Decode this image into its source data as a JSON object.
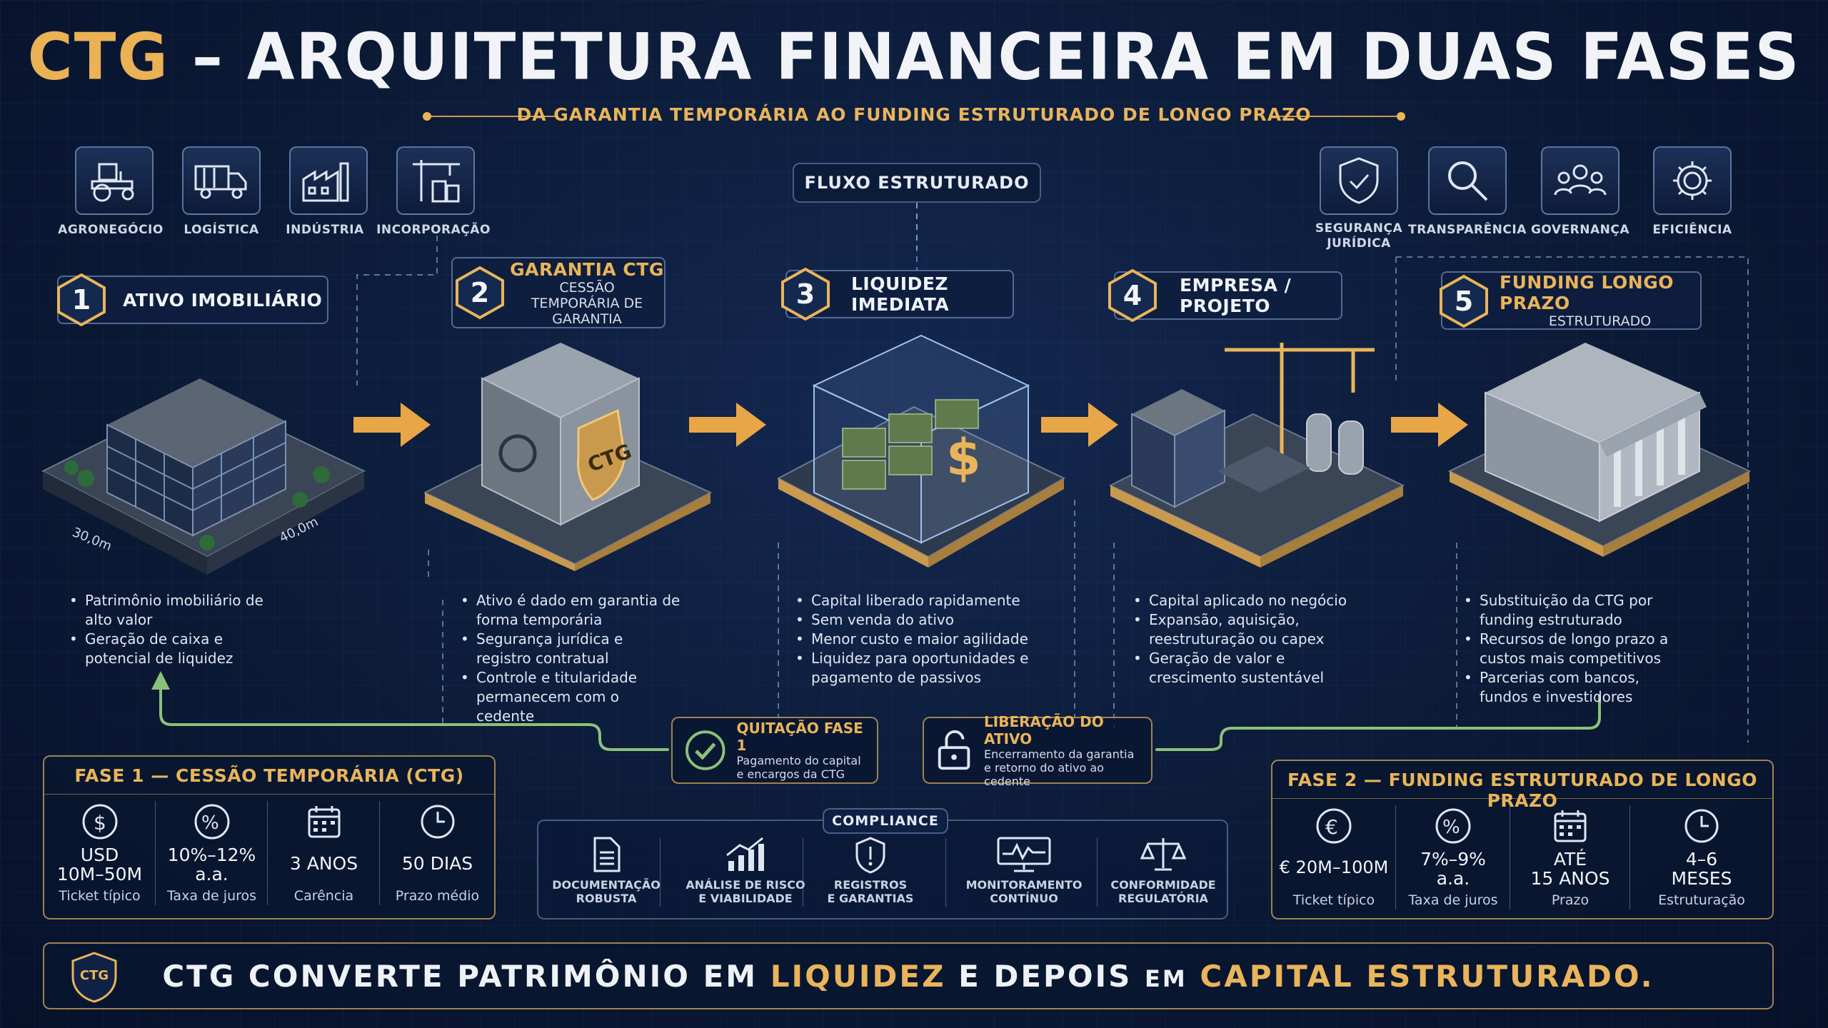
{
  "header": {
    "title_prefix": "CTG",
    "title_rest": " – ARQUITETURA FINANCEIRA EM DUAS FASES",
    "subtitle": "DA GARANTIA TEMPORÁRIA AO FUNDING ESTRUTURADO DE LONGO PRAZO"
  },
  "sectors": [
    {
      "label": "AGRONEGÓCIO",
      "icon": "tractor-icon"
    },
    {
      "label": "LOGÍSTICA",
      "icon": "truck-icon"
    },
    {
      "label": "INDÚSTRIA",
      "icon": "factory-icon"
    },
    {
      "label": "INCORPORAÇÃO",
      "icon": "crane-icon"
    }
  ],
  "principles": [
    {
      "label": "SEGURANÇA\nJURÍDICA",
      "line1": "SEGURANÇA",
      "line2": "JURÍDICA",
      "icon": "shield-check-icon"
    },
    {
      "label": "TRANSPARÊNCIA",
      "icon": "magnifier-icon"
    },
    {
      "label": "GOVERNANÇA",
      "icon": "people-icon"
    },
    {
      "label": "EFICIÊNCIA",
      "icon": "gear-icon"
    }
  ],
  "flow_label": "FLUXO ESTRUTURADO",
  "steps": [
    {
      "number": "1",
      "title": "ATIVO IMOBILIÁRIO",
      "bullets": [
        "Patrimônio imobiliário de alto valor",
        "Geração de caixa e potencial de liquidez"
      ],
      "dim_a": "30,0m",
      "dim_b": "40,0m"
    },
    {
      "number": "2",
      "title": "GARANTIA CTG",
      "subtitle": "CESSÃO TEMPORÁRIA DE GARANTIA",
      "bullets": [
        "Ativo é dado em garantia de forma temporária",
        "Segurança jurídica e registro contratual",
        "Controle e titularidade permanecem com o cedente"
      ],
      "vault_label": "CTG"
    },
    {
      "number": "3",
      "title": "LIQUIDEZ IMEDIATA",
      "bullets": [
        "Capital liberado rapidamente",
        "Sem venda do ativo",
        "Menor custo e maior agilidade",
        "Liquidez para oportunidades e pagamento de passivos"
      ]
    },
    {
      "number": "4",
      "title": "EMPRESA / PROJETO",
      "bullets": [
        "Capital aplicado no negócio",
        "Expansão, aquisição, reestruturação ou capex",
        "Geração de valor e crescimento sustentável"
      ]
    },
    {
      "number": "5",
      "title": "FUNDING LONGO PRAZO",
      "subtitle": "ESTRUTURADO",
      "bullets": [
        "Substituição da CTG por funding estruturado",
        "Recursos de longo prazo a custos mais competitivos",
        "Parcerias com bancos, fundos e investidores"
      ]
    }
  ],
  "badges": [
    {
      "title": "QUITAÇÃO FASE 1",
      "sub1": "Pagamento do capital",
      "sub2": "e encargos da CTG",
      "icon": "check-circle-icon"
    },
    {
      "title": "LIBERAÇÃO DO ATIVO",
      "sub1": "Encerramento da garantia",
      "sub2": "e retorno do ativo ao cedente",
      "icon": "unlock-icon"
    }
  ],
  "fase1": {
    "title": "FASE 1 — CESSÃO TEMPORÁRIA (CTG)",
    "metrics": [
      {
        "value1": "USD",
        "value2": "10M–50M",
        "label": "Ticket típico",
        "icon": "dollar-icon"
      },
      {
        "value1": "10%–12%",
        "value2": "a.a.",
        "label": "Taxa de juros",
        "icon": "percent-icon"
      },
      {
        "value1": "3 ANOS",
        "value2": "",
        "label": "Carência",
        "icon": "calendar-icon"
      },
      {
        "value1": "50 DIAS",
        "value2": "",
        "label": "Prazo médio",
        "icon": "clock-icon"
      }
    ]
  },
  "fase2": {
    "title": "FASE 2 — FUNDING ESTRUTURADO DE LONGO PRAZO",
    "metrics": [
      {
        "value1": "€ 20M–100M",
        "value2": "",
        "label": "Ticket típico",
        "icon": "euro-icon"
      },
      {
        "value1": "7%–9%",
        "value2": "a.a.",
        "label": "Taxa de juros",
        "icon": "percent-icon"
      },
      {
        "value1": "ATÉ",
        "value2": "15 ANOS",
        "label": "Prazo",
        "icon": "calendar-icon"
      },
      {
        "value1": "4–6",
        "value2": "MESES",
        "label": "Estruturação",
        "icon": "clock-icon"
      }
    ]
  },
  "compliance": {
    "title": "COMPLIANCE",
    "items": [
      {
        "line1": "DOCUMENTAÇÃO",
        "line2": "ROBUSTA",
        "icon": "document-icon"
      },
      {
        "line1": "ANÁLISE DE RISCO",
        "line2": "E VIABILIDADE",
        "icon": "growth-chart-icon"
      },
      {
        "line1": "REGISTROS",
        "line2": "E GARANTIAS",
        "icon": "shield-icon"
      },
      {
        "line1": "MONITORAMENTO",
        "line2": "CONTÍNUO",
        "icon": "monitor-icon"
      },
      {
        "line1": "CONFORMIDADE",
        "line2": "REGULATÓRIA",
        "icon": "scales-icon"
      }
    ]
  },
  "banner": {
    "logo": "CTG",
    "part1": "CTG CONVERTE PATRIMÔNIO EM ",
    "highlight1": "LIQUIDEZ",
    "part2": " E DEPOIS ",
    "part3": "EM",
    "highlight2": " CAPITAL ESTRUTURADO."
  },
  "colors": {
    "background": "#0b1a36",
    "gold": "#e9b45a",
    "green_flow": "#8cc07a",
    "panel_border": "#d2aa5a"
  }
}
